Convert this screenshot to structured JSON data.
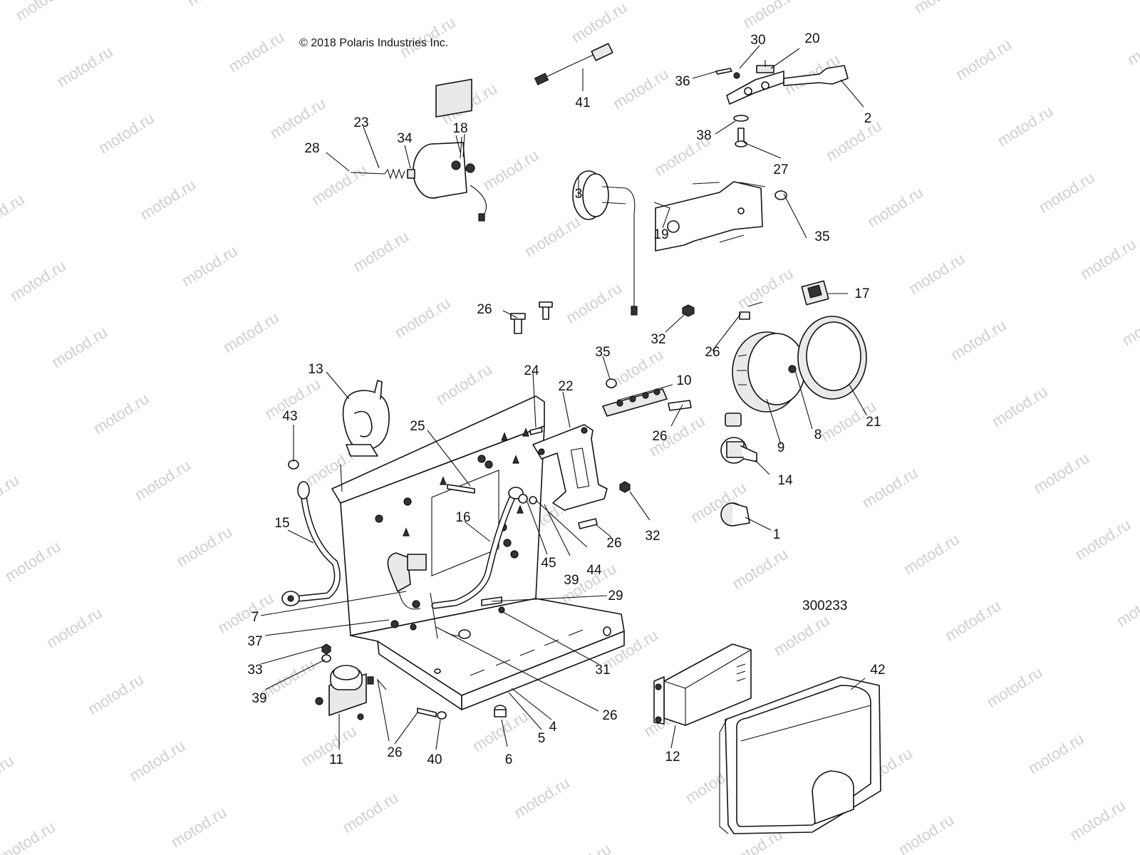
{
  "copyright": "© 2018 Polaris Industries Inc.",
  "figure_number": "300233",
  "watermark": "motod.ru",
  "callouts": [
    {
      "id": "c30",
      "text": "30"
    },
    {
      "id": "c20",
      "text": "20"
    },
    {
      "id": "c36",
      "text": "36"
    },
    {
      "id": "c2",
      "text": "2"
    },
    {
      "id": "c38",
      "text": "38"
    },
    {
      "id": "c27",
      "text": "27"
    },
    {
      "id": "c41",
      "text": "41"
    },
    {
      "id": "c23",
      "text": "23"
    },
    {
      "id": "c34",
      "text": "34"
    },
    {
      "id": "c18",
      "text": "18"
    },
    {
      "id": "c28",
      "text": "28"
    },
    {
      "id": "c3",
      "text": "3"
    },
    {
      "id": "c19",
      "text": "19"
    },
    {
      "id": "c35a",
      "text": "35"
    },
    {
      "id": "c17",
      "text": "17"
    },
    {
      "id": "c26a",
      "text": "26"
    },
    {
      "id": "c32a",
      "text": "32"
    },
    {
      "id": "c26b",
      "text": "26"
    },
    {
      "id": "c35b",
      "text": "35"
    },
    {
      "id": "c10",
      "text": "10"
    },
    {
      "id": "c26c",
      "text": "26"
    },
    {
      "id": "c9",
      "text": "9"
    },
    {
      "id": "c8",
      "text": "8"
    },
    {
      "id": "c21",
      "text": "21"
    },
    {
      "id": "c13",
      "text": "13"
    },
    {
      "id": "c24",
      "text": "24"
    },
    {
      "id": "c22",
      "text": "22"
    },
    {
      "id": "c43",
      "text": "43"
    },
    {
      "id": "c25",
      "text": "25"
    },
    {
      "id": "c14",
      "text": "14"
    },
    {
      "id": "c15",
      "text": "15"
    },
    {
      "id": "c16",
      "text": "16"
    },
    {
      "id": "c32b",
      "text": "32"
    },
    {
      "id": "c26d",
      "text": "26"
    },
    {
      "id": "c1",
      "text": "1"
    },
    {
      "id": "c45",
      "text": "45"
    },
    {
      "id": "c44",
      "text": "44"
    },
    {
      "id": "c39a",
      "text": "39"
    },
    {
      "id": "c29",
      "text": "29"
    },
    {
      "id": "c7",
      "text": "7"
    },
    {
      "id": "c37",
      "text": "37"
    },
    {
      "id": "c31",
      "text": "31"
    },
    {
      "id": "c33",
      "text": "33"
    },
    {
      "id": "c39b",
      "text": "39"
    },
    {
      "id": "c26e",
      "text": "26"
    },
    {
      "id": "c42",
      "text": "42"
    },
    {
      "id": "c4",
      "text": "4"
    },
    {
      "id": "c5",
      "text": "5"
    },
    {
      "id": "c11",
      "text": "11"
    },
    {
      "id": "c26f",
      "text": "26"
    },
    {
      "id": "c40",
      "text": "40"
    },
    {
      "id": "c6",
      "text": "6"
    },
    {
      "id": "c12",
      "text": "12"
    }
  ]
}
